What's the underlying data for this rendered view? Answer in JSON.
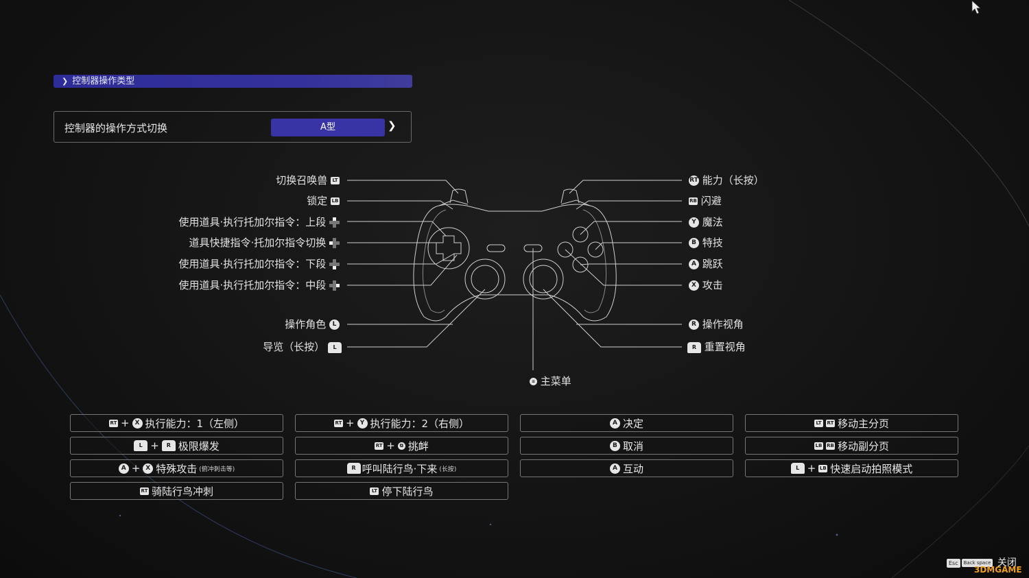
{
  "section": {
    "title": "控制器操作类型"
  },
  "setting": {
    "label": "控制器的操作方式切换",
    "value": "A型"
  },
  "left_callouts": [
    {
      "text": "切换召唤兽",
      "glyph": "LT"
    },
    {
      "text": "锁定",
      "glyph": "LB"
    },
    {
      "text": "使用道具·执行托加尔指令：上段",
      "glyph": "dpad-up"
    },
    {
      "text": "道具快捷指令·托加尔指令切换",
      "glyph": "dpad-left"
    },
    {
      "text": "使用道具·执行托加尔指令：下段",
      "glyph": "dpad-down"
    },
    {
      "text": "使用道具·执行托加尔指令：中段",
      "glyph": "dpad-right"
    },
    {
      "text": "操作角色",
      "glyph": "L"
    },
    {
      "text": "导览（长按）",
      "glyph": "L3"
    }
  ],
  "right_callouts": [
    {
      "text": "能力（长按）",
      "glyph": "RT"
    },
    {
      "text": "闪避",
      "glyph": "RB"
    },
    {
      "text": "魔法",
      "glyph": "Y"
    },
    {
      "text": "特技",
      "glyph": "B"
    },
    {
      "text": "跳跃",
      "glyph": "A"
    },
    {
      "text": "攻击",
      "glyph": "X"
    },
    {
      "text": "操作视角",
      "glyph": "R"
    },
    {
      "text": "重置视角",
      "glyph": "R3"
    }
  ],
  "center_callout": {
    "text": "主菜单"
  },
  "combos": {
    "c1r1": {
      "k1": "RT",
      "k2": "X",
      "text": "执行能力：1（左侧）"
    },
    "c1r2": {
      "k1": "L3",
      "k2": "R3",
      "text": "极限爆发"
    },
    "c1r3": {
      "k1": "A",
      "k2": "X",
      "text": "特殊攻击",
      "note": "(俯冲刺击等)"
    },
    "c1r4": {
      "k1": "RT",
      "text": "骑陆行鸟冲刺"
    },
    "c2r1": {
      "k1": "RT",
      "k2": "Y",
      "text": "执行能力：2（右侧）"
    },
    "c2r2": {
      "k1": "RT",
      "k2": "view",
      "text": "挑衅"
    },
    "c2r3": {
      "k1": "R3",
      "text": "呼叫陆行鸟·下来",
      "note": "(长按)"
    },
    "c2r4": {
      "k1": "LT",
      "text": "停下陆行鸟"
    },
    "c3r1": {
      "k1": "A",
      "text": "决定"
    },
    "c3r2": {
      "k1": "B",
      "text": "取消"
    },
    "c3r3": {
      "k1": "A",
      "text": "互动"
    },
    "c4r1": {
      "k1": "LT",
      "k2": "RT",
      "text": "移动主分页"
    },
    "c4r2": {
      "k1": "LB",
      "k2": "RB",
      "text": "移动副分页"
    },
    "c4r3": {
      "k1": "L3",
      "k2": "LB",
      "text": "快速启动拍照模式"
    }
  },
  "footer": {
    "key1": "Esc",
    "key2": "Back space",
    "close_label": "关闭",
    "watermark": "3DMGAME"
  },
  "colors": {
    "accent": "#3834a6",
    "line": "#d0d0d0",
    "text": "#e2e2e2"
  }
}
